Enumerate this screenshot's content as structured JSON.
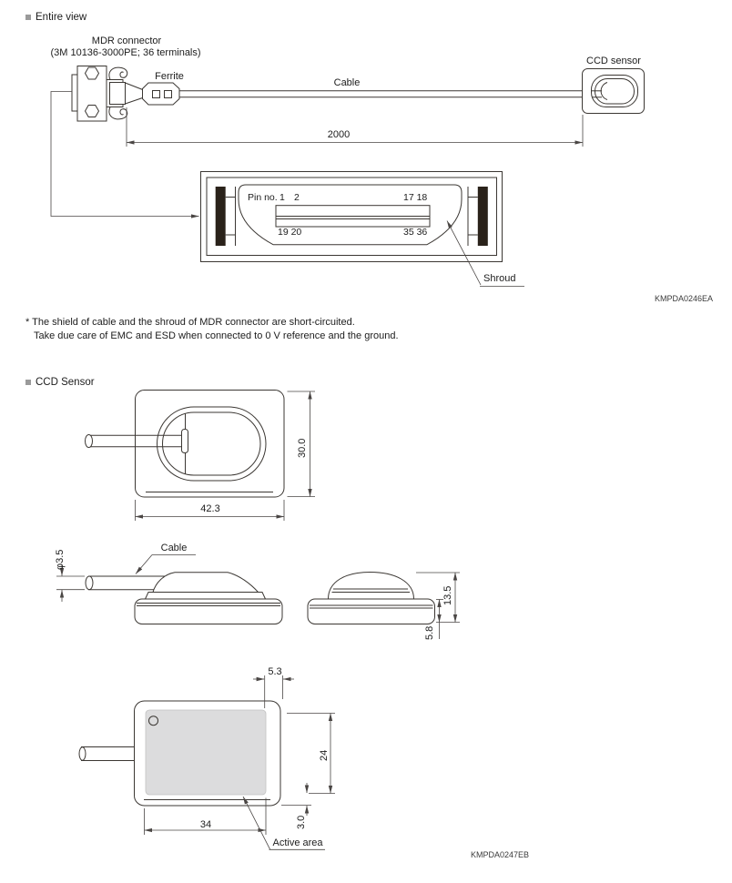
{
  "colors": {
    "line": "#3b3733",
    "active_area_fill": "#dcdcdd",
    "connector_pad_fill": "#2a221a",
    "section_bullet": "#9a9a9a"
  },
  "entire_view": {
    "title": "Entire view",
    "mdr_connector_label": "MDR connector",
    "mdr_connector_sublabel": "(3M 10136-3000PE; 36 terminals)",
    "ferrite_label": "Ferrite",
    "cable_label": "Cable",
    "ccd_sensor_label": "CCD sensor",
    "cable_length_mm": "2000",
    "connector_face": {
      "pin_no_label": "Pin no.",
      "pin1": "1",
      "pin2": "2",
      "pins_17_18": "17 18",
      "pins_19_20": "19 20",
      "pins_35_36": "35 36",
      "shroud_label": "Shroud"
    },
    "figure_code": "KMPDA0246EA"
  },
  "note": {
    "line1": "* The shield of cable and the shroud of MDR connector are short-circuited.",
    "line2": "Take due care of EMC and ESD when connected to 0 V reference and the ground."
  },
  "ccd_sensor": {
    "title": "CCD Sensor",
    "top_view": {
      "height": "30.0",
      "width": "42.3"
    },
    "side_view": {
      "cable_label": "Cable",
      "cable_diameter": "φ3.5",
      "overall_height": "13.5",
      "base_height": "5.8"
    },
    "bottom_view": {
      "corner_offset": "5.3",
      "active_height": "24",
      "bottom_offset": "3.0",
      "active_width": "34",
      "active_area_label": "Active area"
    },
    "figure_code": "KMPDA0247EB"
  }
}
